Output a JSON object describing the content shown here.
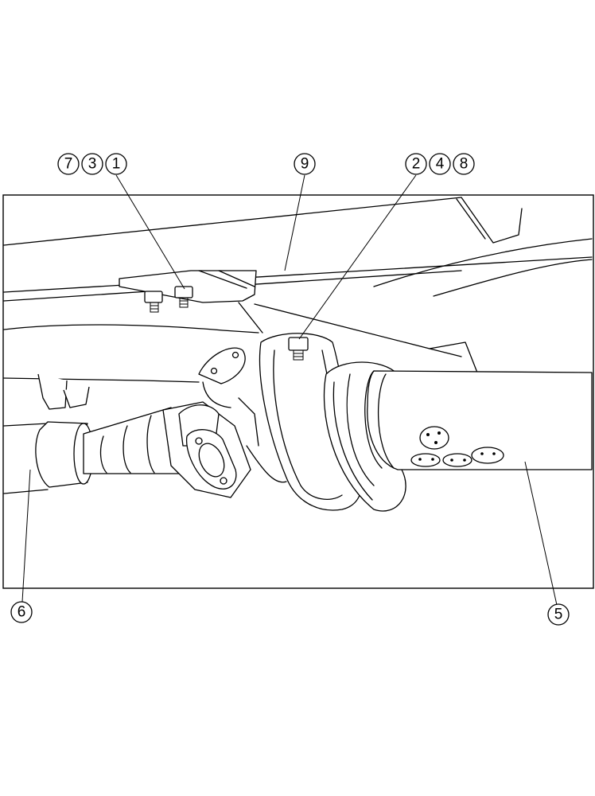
{
  "callouts": {
    "c7": "7",
    "c3": "3",
    "c1": "1",
    "c9": "9",
    "c2": "2",
    "c4": "4",
    "c8": "8",
    "c6": "6",
    "c5": "5"
  }
}
